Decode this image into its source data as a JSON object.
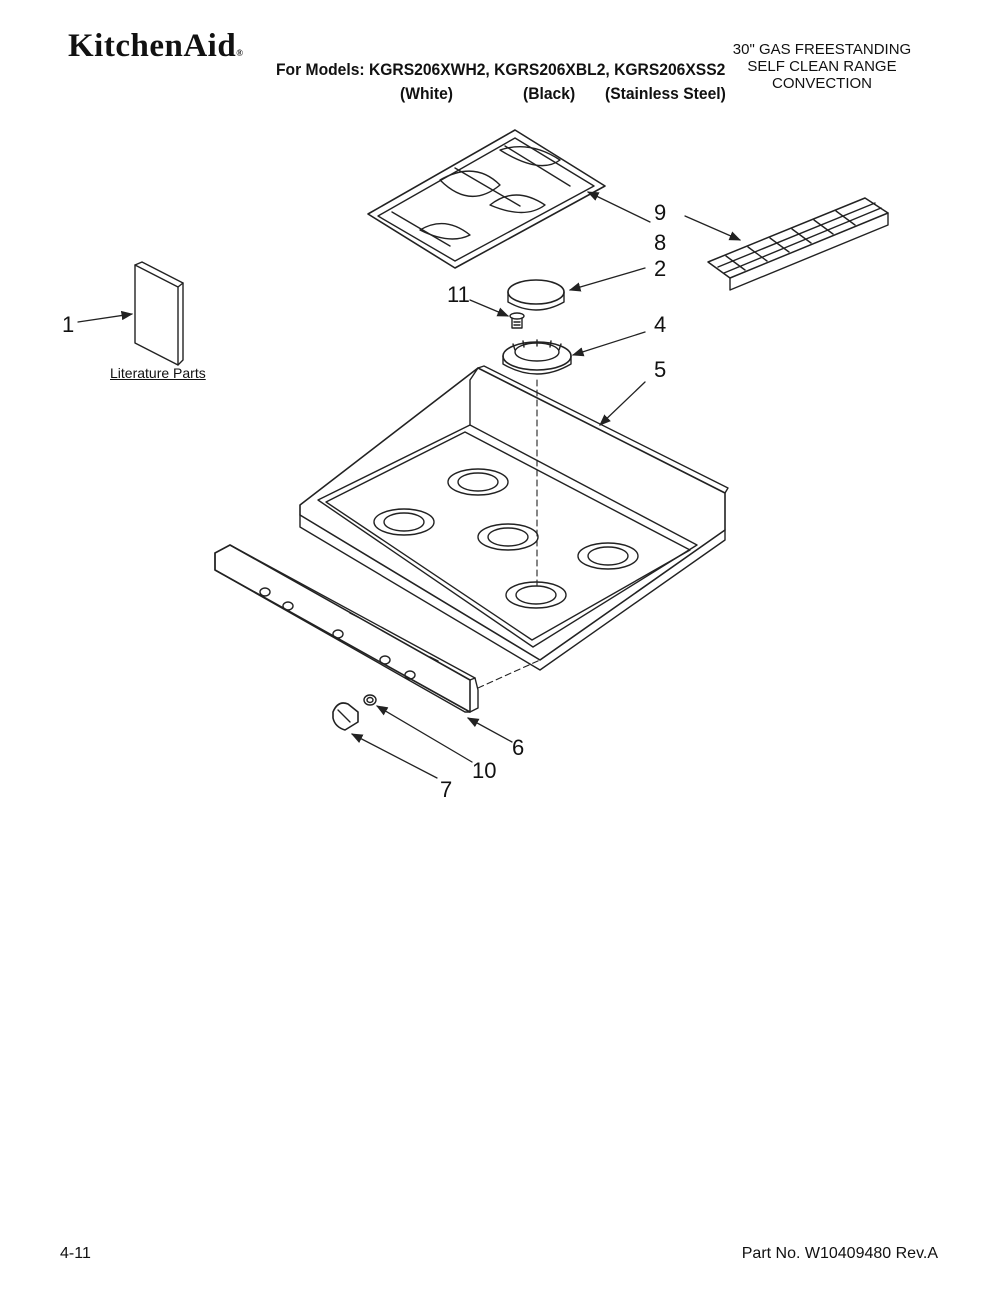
{
  "header": {
    "brand": "KitchenAid",
    "brand_mark": "®",
    "models_line": "For Models: KGRS206XWH2, KGRS206XBL2, KGRS206XSS2",
    "variants": [
      "(White)",
      "(Black)",
      "(Stainless Steel)"
    ],
    "product_lines": [
      "30\" GAS FREESTANDING",
      "SELF CLEAN RANGE",
      "CONVECTION"
    ]
  },
  "diagram": {
    "literature_caption": "Literature Parts",
    "callouts": [
      "1",
      "2",
      "4",
      "5",
      "6",
      "7",
      "8",
      "9",
      "10",
      "11"
    ]
  },
  "footer": {
    "page_code": "4-11",
    "part_number": "Part No. W10409480 Rev.A"
  },
  "colors": {
    "line": "#222222",
    "background": "#ffffff"
  }
}
